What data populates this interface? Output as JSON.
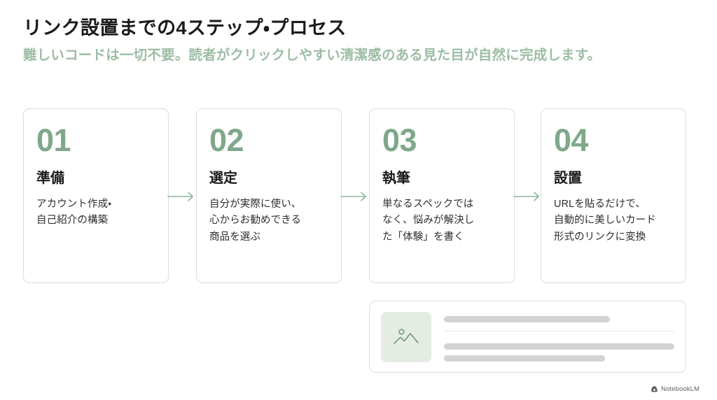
{
  "header": {
    "title": "リンク設置までの4ステップ・プロセス",
    "subtitle": "難しいコードは一切不要。読者がクリックしやすい清潔感のある見た目が自然に完成します。"
  },
  "steps": [
    {
      "number": "01",
      "heading": "準備",
      "body": "アカウント作成・\n自己紹介の構築"
    },
    {
      "number": "02",
      "heading": "選定",
      "body": "自分が実際に使い、\n心からお勧めできる\n商品を選ぶ"
    },
    {
      "number": "03",
      "heading": "執筆",
      "body": "単なるスペックでは\nなく、悩みが解決し\nた「体験」を書く"
    },
    {
      "number": "04",
      "heading": "設置",
      "body": "URLを貼るだけで、\n自動的に美しいカード\n形式のリンクに変換"
    }
  ],
  "arrows": [
    {
      "icon": "arrow-right-icon"
    },
    {
      "icon": "arrow-right-icon"
    },
    {
      "icon": "arrow-right-icon"
    }
  ],
  "preview": {
    "thumbnail_icon": "image-placeholder-icon",
    "skeleton_lines": [
      "line-title",
      "line-body-1",
      "line-body-2"
    ]
  },
  "watermark": {
    "label": "NotebookLM",
    "icon": "notebooklm-logo-icon"
  },
  "colors": {
    "accent_green": "#7fa88a",
    "subtitle_green": "#9cbda4",
    "arrow_green": "#8fb59a",
    "thumb_bg": "#e4ece4",
    "card_border": "#d9dbd9",
    "skeleton_gray": "#d2d4d2",
    "text_dark": "#1b1b1b",
    "background": "#ffffff"
  }
}
